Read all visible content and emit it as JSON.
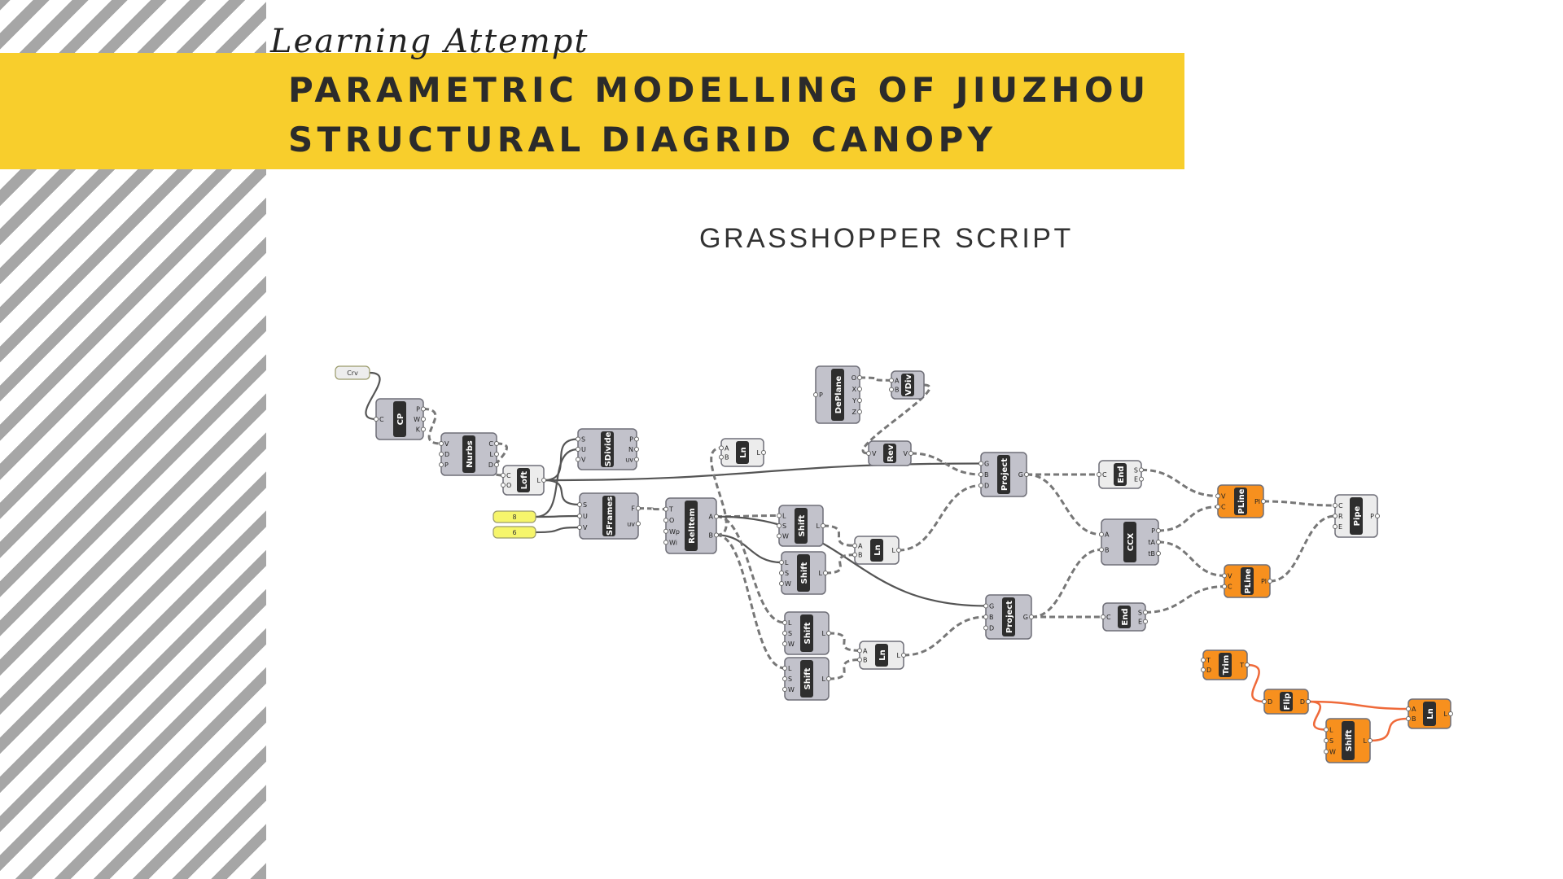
{
  "header": {
    "script_tag": "Learning Attempt",
    "title_line1": "PARAMETRIC MODELLING OF JIUZHOU",
    "title_line2": "STRUCTURAL DIAGRID CANOPY",
    "subtitle": "GRASSHOPPER SCRIPT"
  },
  "colors": {
    "banner": "#f8ce2c",
    "stripe": "#a6a6a6",
    "node_grey": "#c2c2cb",
    "node_orange": "#f7901e",
    "panel_yellow": "#f6f56b",
    "wire_orange": "#ef6a3a"
  },
  "nodes": [
    {
      "id": "crv",
      "kind": "param",
      "name": "Crv",
      "inputs": [],
      "outputs": []
    },
    {
      "id": "cp",
      "kind": "grey",
      "name": "CP",
      "inputs": [
        "C"
      ],
      "outputs": [
        "P",
        "W",
        "K"
      ]
    },
    {
      "id": "nurbs",
      "kind": "grey",
      "name": "Nurbs",
      "inputs": [
        "V",
        "D",
        "P"
      ],
      "outputs": [
        "C",
        "L",
        "D"
      ]
    },
    {
      "id": "loft",
      "kind": "white",
      "name": "Loft",
      "inputs": [
        "C",
        "O"
      ],
      "outputs": [
        "L"
      ]
    },
    {
      "id": "num8",
      "kind": "panel",
      "name": "8",
      "inputs": [],
      "outputs": []
    },
    {
      "id": "num6",
      "kind": "panel",
      "name": "6",
      "inputs": [],
      "outputs": []
    },
    {
      "id": "sdivide",
      "kind": "grey",
      "name": "SDivide",
      "inputs": [
        "S",
        "U",
        "V"
      ],
      "outputs": [
        "P",
        "N",
        "uv"
      ]
    },
    {
      "id": "sframes",
      "kind": "grey",
      "name": "SFrames",
      "inputs": [
        "S",
        "U",
        "V"
      ],
      "outputs": [
        "F",
        "uv"
      ]
    },
    {
      "id": "relitem",
      "kind": "grey",
      "name": "RelItem",
      "inputs": [
        "T",
        "O",
        "Wp",
        "Wi"
      ],
      "outputs": [
        "A",
        "B"
      ]
    },
    {
      "id": "ln1",
      "kind": "white",
      "name": "Ln",
      "inputs": [
        "A",
        "B"
      ],
      "outputs": [
        "L"
      ]
    },
    {
      "id": "deplane",
      "kind": "grey",
      "name": "DePlane",
      "inputs": [
        "P"
      ],
      "outputs": [
        "O",
        "X",
        "Y",
        "Z"
      ]
    },
    {
      "id": "vdiv",
      "kind": "grey",
      "name": "VDiv",
      "inputs": [
        "A",
        "B"
      ],
      "outputs": []
    },
    {
      "id": "rev",
      "kind": "grey",
      "name": "Rev",
      "inputs": [
        "V"
      ],
      "outputs": [
        "V"
      ]
    },
    {
      "id": "shift1",
      "kind": "grey",
      "name": "Shift",
      "inputs": [
        "L",
        "S",
        "W"
      ],
      "outputs": [
        "L"
      ]
    },
    {
      "id": "shift2",
      "kind": "grey",
      "name": "Shift",
      "inputs": [
        "L",
        "S",
        "W"
      ],
      "outputs": [
        "L"
      ]
    },
    {
      "id": "ln2",
      "kind": "white",
      "name": "Ln",
      "inputs": [
        "A",
        "B"
      ],
      "outputs": [
        "L"
      ]
    },
    {
      "id": "shift3",
      "kind": "grey",
      "name": "Shift",
      "inputs": [
        "L",
        "S",
        "W"
      ],
      "outputs": [
        "L"
      ]
    },
    {
      "id": "shift4",
      "kind": "grey",
      "name": "Shift",
      "inputs": [
        "L",
        "S",
        "W"
      ],
      "outputs": [
        "L"
      ]
    },
    {
      "id": "ln3",
      "kind": "white",
      "name": "Ln",
      "inputs": [
        "A",
        "B"
      ],
      "outputs": [
        "L"
      ]
    },
    {
      "id": "project1",
      "kind": "grey",
      "name": "Project",
      "inputs": [
        "G",
        "B",
        "D"
      ],
      "outputs": [
        "G"
      ]
    },
    {
      "id": "project2",
      "kind": "grey",
      "name": "Project",
      "inputs": [
        "G",
        "B",
        "D"
      ],
      "outputs": [
        "G"
      ]
    },
    {
      "id": "end1",
      "kind": "white",
      "name": "End",
      "inputs": [
        "C"
      ],
      "outputs": [
        "S",
        "E"
      ]
    },
    {
      "id": "ccx",
      "kind": "grey",
      "name": "CCX",
      "inputs": [
        "A",
        "B"
      ],
      "outputs": [
        "P",
        "tA",
        "tB"
      ]
    },
    {
      "id": "end2",
      "kind": "grey",
      "name": "End",
      "inputs": [
        "C"
      ],
      "outputs": [
        "S",
        "E"
      ]
    },
    {
      "id": "pline1",
      "kind": "orange",
      "name": "PLine",
      "inputs": [
        "V",
        "C"
      ],
      "outputs": [
        "Pl"
      ]
    },
    {
      "id": "pline2",
      "kind": "orange",
      "name": "PLine",
      "inputs": [
        "V",
        "C"
      ],
      "outputs": [
        "Pl"
      ]
    },
    {
      "id": "pipe",
      "kind": "white",
      "name": "Pipe",
      "inputs": [
        "C",
        "R",
        "E"
      ],
      "outputs": [
        "P"
      ]
    },
    {
      "id": "trim",
      "kind": "orange",
      "name": "Trim",
      "inputs": [
        "T",
        "D"
      ],
      "outputs": [
        "T"
      ]
    },
    {
      "id": "flip",
      "kind": "orange",
      "name": "Flip",
      "inputs": [
        "D"
      ],
      "outputs": [
        "D"
      ]
    },
    {
      "id": "shift5",
      "kind": "orange",
      "name": "Shift",
      "inputs": [
        "L",
        "S",
        "W"
      ],
      "outputs": [
        "L"
      ]
    },
    {
      "id": "ln4",
      "kind": "orange",
      "name": "Ln",
      "inputs": [
        "A",
        "B"
      ],
      "outputs": [
        "L"
      ]
    }
  ],
  "wires": [
    {
      "from": "crv",
      "to": "cp",
      "style": "solid"
    },
    {
      "from": "cp",
      "to": "nurbs",
      "style": "dashed"
    },
    {
      "from": "nurbs",
      "to": "loft",
      "style": "dashed"
    },
    {
      "from": "loft",
      "to": "sdivide",
      "style": "solid"
    },
    {
      "from": "loft",
      "to": "sframes",
      "style": "solid"
    },
    {
      "from": "loft",
      "to": "project1",
      "style": "solid"
    },
    {
      "from": "num8",
      "to": "sframes",
      "style": "solid"
    },
    {
      "from": "num6",
      "to": "sframes",
      "style": "solid"
    },
    {
      "from": "num8",
      "to": "sdivide",
      "style": "solid"
    },
    {
      "from": "sframes",
      "to": "relitem",
      "style": "dashed"
    },
    {
      "from": "relitem",
      "to": "shift1",
      "style": "dashed"
    },
    {
      "from": "relitem",
      "to": "shift2",
      "style": "solid"
    },
    {
      "from": "relitem",
      "to": "shift3",
      "style": "dashed"
    },
    {
      "from": "relitem",
      "to": "shift4",
      "style": "dashed"
    },
    {
      "from": "relitem",
      "to": "project2",
      "style": "solid"
    },
    {
      "from": "relitem",
      "to": "ln1",
      "style": "dashed"
    },
    {
      "from": "shift1",
      "to": "ln2",
      "style": "dashed"
    },
    {
      "from": "shift2",
      "to": "ln2",
      "style": "dashed"
    },
    {
      "from": "shift3",
      "to": "ln3",
      "style": "dashed"
    },
    {
      "from": "shift4",
      "to": "ln3",
      "style": "dashed"
    },
    {
      "from": "deplane",
      "to": "vdiv",
      "style": "dashed"
    },
    {
      "from": "vdiv",
      "to": "rev",
      "style": "dashed"
    },
    {
      "from": "rev",
      "to": "project1",
      "style": "dashed"
    },
    {
      "from": "ln2",
      "to": "project1",
      "style": "dashed"
    },
    {
      "from": "ln3",
      "to": "project2",
      "style": "dashed"
    },
    {
      "from": "project1",
      "to": "end1",
      "style": "dashed"
    },
    {
      "from": "project1",
      "to": "ccx",
      "style": "dashed"
    },
    {
      "from": "project2",
      "to": "end2",
      "style": "dashed"
    },
    {
      "from": "project2",
      "to": "ccx",
      "style": "dashed"
    },
    {
      "from": "end1",
      "to": "pline1",
      "style": "dashed"
    },
    {
      "from": "ccx",
      "to": "pline1",
      "style": "dashed"
    },
    {
      "from": "ccx",
      "to": "pline2",
      "style": "dashed"
    },
    {
      "from": "end2",
      "to": "pline2",
      "style": "dashed"
    },
    {
      "from": "pline1",
      "to": "pipe",
      "style": "dashed"
    },
    {
      "from": "pline2",
      "to": "pipe",
      "style": "dashed"
    },
    {
      "from": "trim",
      "to": "flip",
      "style": "orange"
    },
    {
      "from": "flip",
      "to": "shift5",
      "style": "orange"
    },
    {
      "from": "flip",
      "to": "ln4",
      "style": "orange"
    },
    {
      "from": "shift5",
      "to": "ln4",
      "style": "orange"
    }
  ]
}
